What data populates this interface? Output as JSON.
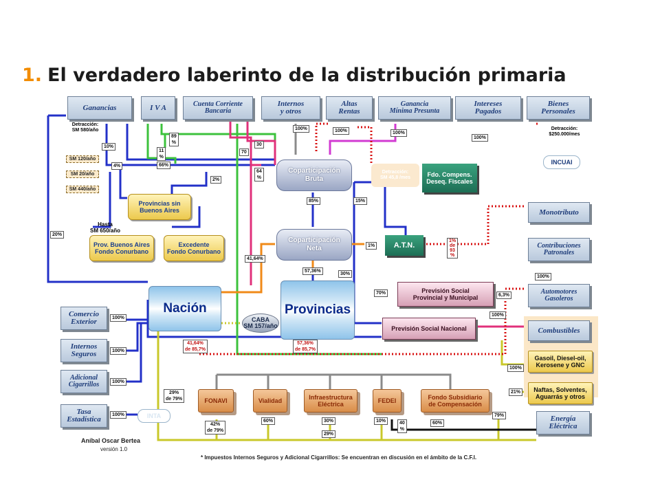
{
  "title": {
    "number": "1.",
    "text": "El verdadero laberinto de la distribución primaria"
  },
  "taxes": {
    "ganancias": "Ganancias",
    "iva": "I V A",
    "cuenta_corriente": "Cuenta Corriente\nBancaria",
    "internos": "Internos\ny otros",
    "altas_rentas": "Altas\nRentas",
    "ganancia_minima": "Ganancia\nMínima Presunta",
    "intereses": "Intereses\nPagados",
    "bienes": "Bienes\nPersonales",
    "monotributo": "Monotributo",
    "contribuciones": "Contribuciones\nPatronales",
    "automotores": "Automotores\nGasoleros",
    "combustibles": "Combustibles",
    "energia": "Energía\nEléctrica",
    "comercio": "Comercio\nExterior",
    "internos_seguros": "Internos\nSeguros",
    "adicional": "Adicional\nCigarrillos",
    "tasa": "Tasa\nEstadística"
  },
  "nodes": {
    "copart_bruta": "Coparticipación\nBruta",
    "copart_neta": "Coparticipación\nNeta",
    "detraccion_ghost": "Detracción:\nSM 45,8 /mes",
    "fdo_compens": "Fdo. Compens.\nDeseq. Fiscales",
    "atn": "A.T.N.",
    "prov_sin_ba": "Provincias sin\nBuenos Aires",
    "prov_ba": "Prov. Buenos Aires\nFondo Conurbano",
    "excedente": "Excedente\nFondo Conurbano",
    "nacion": "Nación",
    "provincias": "Provincias",
    "caba": "CABA\nSM 157/año",
    "prevision_prov": "Previsión Social\nProvincial y Municipal",
    "prevision_nac": "Previsión Social Nacional",
    "incuai": "INCUAI",
    "inta": "INTA",
    "fonavi": "FONAVI",
    "vialidad": "Vialidad",
    "infraestructura": "Infraestructura\nEléctrica",
    "fedei": "FEDEI",
    "fondo_subsidiario": "Fondo Subsidiario\nde Compensación",
    "gasoil": "Gasoil, Diesel-oil,\nKerosene y GNC",
    "naftas": "Naftas, Solventes,\nAguarrás y otros"
  },
  "notes": {
    "detraccion_ganancias": "Detracción:\nSM 580/año",
    "detraccion_bienes": "Detracción:\n$250.000/mes",
    "hasta": "Hasta\nSM 650/año",
    "sm120": "SM 120/año",
    "sm20": "SM 20/año",
    "sm440": "SM 440/año",
    "nacion_pct": "41,64%\nde 85,7%",
    "prov_pct": "57,36%\nde 85,7%"
  },
  "labels": {
    "p89": "89\n%",
    "p11": "11\n%",
    "p66": "66%",
    "p10": "10%",
    "p4": "4%",
    "p2": "2%",
    "p20": "20%",
    "p70": "70",
    "p30a": "30",
    "p64": "64\n%",
    "p100a": "100%",
    "p100b": "100%",
    "p100c": "100%",
    "p100d": "100%",
    "p85": "85%",
    "p15": "15%",
    "p1": "1%",
    "p1of93": "1%\nde\n93\n%",
    "p4164": "41,64%",
    "p5736": "57,36%",
    "p30b": "30%",
    "p70b": "70%",
    "p63": "6,3%",
    "p100e": "100%",
    "p100f": "100%",
    "p100g": "100%",
    "p100h": "100%",
    "p100i": "100%",
    "p100j": "100%",
    "p100k": "100%",
    "p21": "21%",
    "p79": "79%",
    "p29": "29%\nde 79%",
    "p42": "42%\nde 79%",
    "p60": "60%",
    "p30c": "30%",
    "p10b": "10%",
    "p29b": "29%",
    "p40": "40\n%",
    "p60b": "60%"
  },
  "footer": {
    "author": "Aníbal Oscar Bertea",
    "version": "versión 1.0",
    "note": "* Impuestos Internos Seguros y Adicional Cigarrillos: Se encuentran en discusión en el ámbito de la C.F.I."
  },
  "colors": {
    "title_number": "#f28c00",
    "blue_flow": "#2230c8",
    "pink_flow": "#e0307a",
    "green_flow": "#3cc23c",
    "orange_flow": "#f08a18",
    "yellow_flow": "#c9c82a",
    "red_dotted": "#d81010",
    "magenta_flow": "#d23ad2"
  }
}
